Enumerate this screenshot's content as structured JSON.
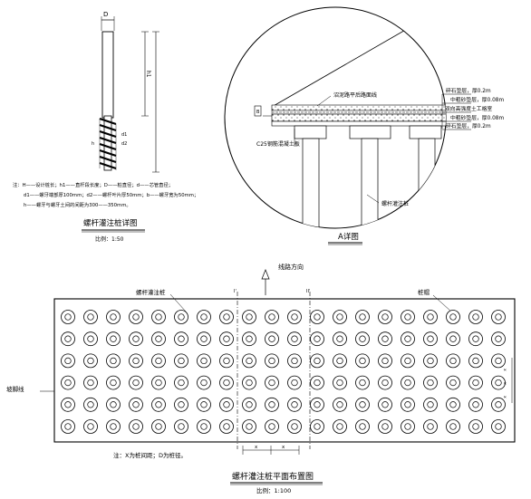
{
  "pile_detail": {
    "dim_D": "D",
    "dim_h1": "h1",
    "dim_d1": "d1",
    "dim_d2": "d2",
    "dim_h": "h",
    "note_line1": "注：H——设计桩长；h1——直杆段长度；D——桩直径；d——芯管直径；",
    "note_line2": "d1——螺牙端部厚100mm；d2——螺杆叶片厚50mm；b——螺牙宽为50mm；",
    "note_line3": "h——螺牙与螺牙土间的间距为300——350mm。",
    "title": "螺杆灌注桩详图",
    "scale": "比例：1:50"
  },
  "detail_a": {
    "label_grade_line": "沼泥路平后路面线",
    "label_c25": "C25钢筋混凝土板",
    "label_pile": "螺杆灌注桩",
    "layers": [
      "碎石垫层，厚0.2m",
      "中粗砂垫层，厚0.08m",
      "双向高强度土工格室",
      "中粗砂垫层，厚0.08m",
      "碎石垫层，厚0.2m"
    ],
    "title": "A详图"
  },
  "plan": {
    "direction_label": "线路方向",
    "label_pile": "螺杆灌注桩",
    "label_cap": "桩帽",
    "label_slope": "坡脚线",
    "section_left": "I'",
    "section_right": "II'",
    "spacing_x1": "x",
    "spacing_x2": "x",
    "right_dims": [
      "x",
      "x",
      "x"
    ],
    "rows": 6,
    "cols": 20,
    "note": "注：X为桩间距；D为桩径。",
    "title": "螺杆灌注桩平面布置图",
    "scale": "比例：1:100"
  }
}
